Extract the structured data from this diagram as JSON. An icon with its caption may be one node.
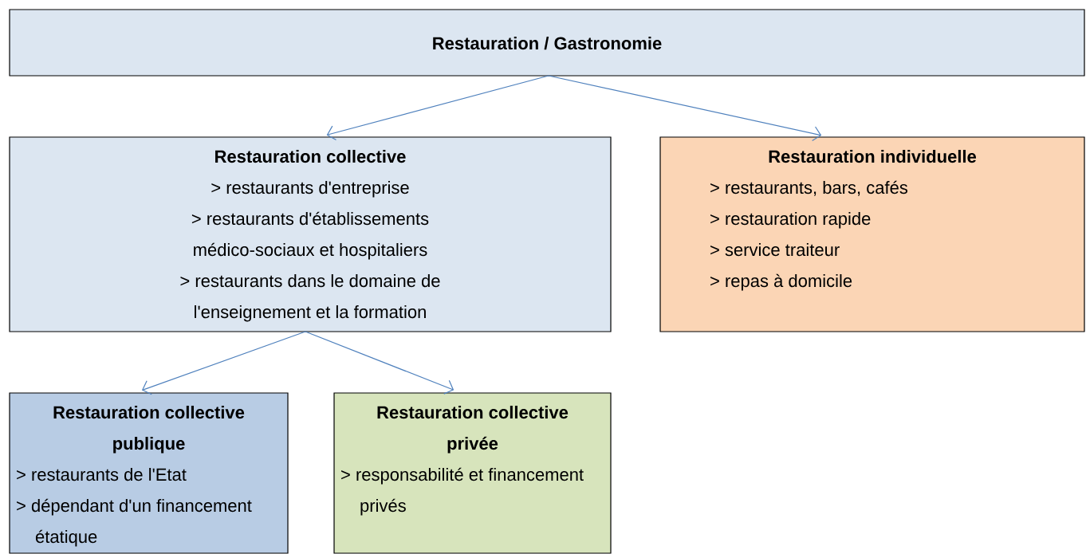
{
  "diagram": {
    "nodes": [
      {
        "text": [
          "Restauration / Gastronomie"
        ]
      },
      {
        "text": [
          "Restauration collective",
          "> restaurants d'entreprise",
          "> restaurants d'établissements médico-sociaux et hospitaliers",
          "> restaurants dans le domaine de l'enseignement et la formation"
        ]
      },
      {
        "text": [
          "Restauration individuelle",
          "> restaurants, bars, cafés",
          "> restauration rapide",
          "> service traiteur",
          "> repas à domicile"
        ]
      },
      {
        "text": [
          "Restauration collective publique",
          "> restaurants de l'Etat",
          "> dépendant d'un financement étatique"
        ]
      },
      {
        "text": [
          "Restauration collective privée",
          "> responsabilité et financement privés"
        ]
      }
    ],
    "edges": [
      {
        "from": 0,
        "to": 1,
        "arrow": "to"
      },
      {
        "from": 0,
        "to": 2,
        "arrow": "to"
      },
      {
        "from": 1,
        "to": 3,
        "arrow": "to"
      },
      {
        "from": 1,
        "to": 4,
        "arrow": "to"
      }
    ]
  }
}
